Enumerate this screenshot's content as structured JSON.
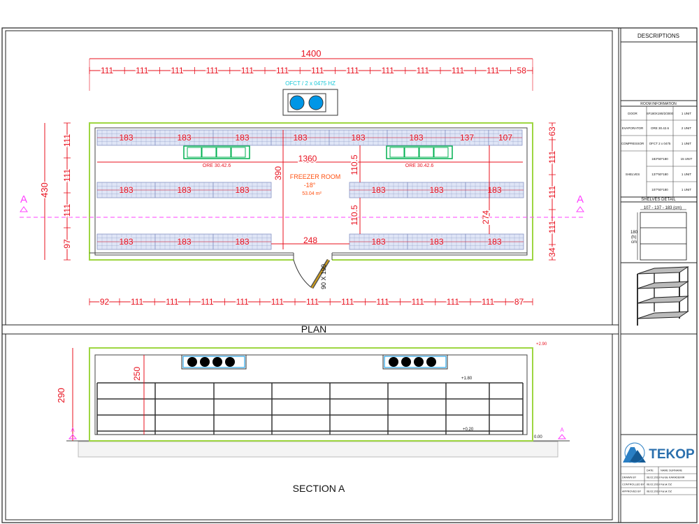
{
  "plan": {
    "title": "PLAN",
    "total_width": "1400",
    "top_segments": [
      "111",
      "111",
      "111",
      "111",
      "111",
      "111",
      "111",
      "111",
      "111",
      "111",
      "111",
      "111",
      "58"
    ],
    "bottom_segments": [
      "92",
      "111",
      "111",
      "111",
      "111",
      "111",
      "111",
      "111",
      "111",
      "111",
      "111",
      "111",
      "87"
    ],
    "left_total": "430",
    "left_segments": [
      "111",
      "111",
      "111",
      "97"
    ],
    "right_segments": [
      "63",
      "111",
      "111",
      "111",
      "34"
    ],
    "compressor_label": "OFCT / 2 x 0475 HZ",
    "evaporator_label": "ORE 30.42.6",
    "shelf_row1": [
      "183",
      "183",
      "183",
      "183",
      "183",
      "183",
      "137",
      "107"
    ],
    "shelf_row2_left": [
      "183",
      "183",
      "183"
    ],
    "shelf_row2_right": [
      "183",
      "183",
      "183"
    ],
    "shelf_row3_left": [
      "183",
      "183",
      "183"
    ],
    "shelf_row3_right": [
      "183",
      "183",
      "183"
    ],
    "inner_width": "1360",
    "room_height": "390",
    "aisle_upper": "110.5",
    "aisle_lower": "110.5",
    "right_dim": "274",
    "door_width": "248",
    "door_label": "90 X 190",
    "room_name": "FREEZER ROOM",
    "room_temp": "-18°",
    "room_area": "53.04 m²",
    "section_mark": "A"
  },
  "section": {
    "title": "SECTION A",
    "height_total": "290",
    "height_inner": "250",
    "level_top": "+2.90",
    "level_shelf": "+1.80",
    "level_bottom": "+0.20",
    "level_floor": "0.00",
    "section_mark": "A"
  },
  "sidebar": {
    "header": "DESCRIPTIONS",
    "room_info_title": "ROOM INFORMATION",
    "rows": [
      {
        "name": "DOOR",
        "model": "SF180X190/2/3000",
        "qty": "1 UNIT"
      },
      {
        "name": "EVAPORATOR",
        "model": "ORE 30.42.6",
        "qty": "2 UNIT"
      },
      {
        "name": "COMPRESSOR",
        "model": "OFCT 2 x 0475",
        "qty": "1 UNIT"
      }
    ],
    "shelves_name": "SHELVES",
    "shelves_rows": [
      {
        "model": "183*50*180",
        "qty": "15 UNIT"
      },
      {
        "model": "137*50*180",
        "qty": "1 UNIT"
      },
      {
        "model": "107*50*180",
        "qty": "1 UNIT"
      }
    ],
    "shelves_detail_title": "SHELVES DETAIL",
    "shelves_detail_dims": "107 - 137 - 183 (cm)",
    "shelves_detail_height": "180",
    "shelves_detail_height2": "(h)",
    "shelves_detail_unit": "cm",
    "logo_text": "TEKOP",
    "title_rows": [
      {
        "label": "",
        "date": "DATE",
        "name": "NAME SURNAME"
      },
      {
        "label": "DRAWN BY",
        "date": "08.02.2019",
        "name": "Feride KARADEMIR"
      },
      {
        "label": "CONTROLLED BY",
        "date": "08.02.2019",
        "name": "Faruk ÖZ"
      },
      {
        "label": "APPROVED BY",
        "date": "08.02.2019",
        "name": "Faruk ÖZ"
      }
    ]
  },
  "colors": {
    "dimension": "#e8101e",
    "wall": "#9ed641",
    "shelf_fill": "#dfe5f6",
    "shelf_grid": "#8794c4",
    "evaporator": "#00b050",
    "unit_blue": "#0096e6",
    "compressor_text": "#18c8d8",
    "axis": "#ff40ff",
    "room_text": "#ff5010"
  }
}
